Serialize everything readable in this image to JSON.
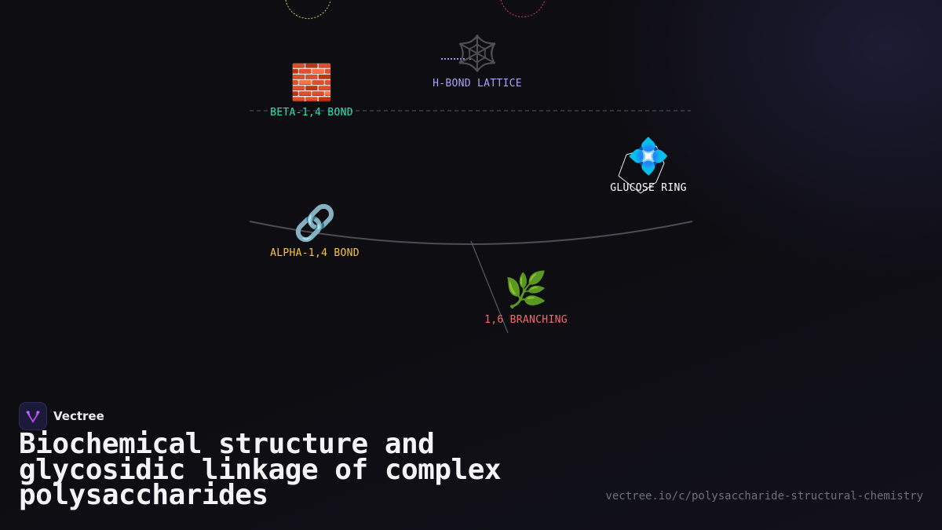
{
  "nodes": {
    "beta_bond": {
      "icon": "🧱",
      "icon_name": "brick-icon",
      "label": "BETA-1,4 BOND",
      "color": "#33e0b4"
    },
    "hbond": {
      "icon": "🕸️",
      "icon_name": "web-icon",
      "label": "H-BOND LATTICE",
      "color": "#a9a3f5"
    },
    "glucose": {
      "icon": "💠",
      "icon_name": "diamond-icon",
      "label": "GLUCOSE RING",
      "color": "#ffffff"
    },
    "alpha_bond": {
      "icon": "🔗",
      "icon_name": "link-icon",
      "label": "ALPHA-1,4 BOND",
      "color": "#f5c542"
    },
    "branching": {
      "icon": "🌿",
      "icon_name": "herb-icon",
      "label": "1,6 BRANCHING",
      "color": "#f06b6b"
    }
  },
  "brand": {
    "name": "Vectree",
    "logo_icon": "vectree-logo-icon"
  },
  "title": "Biochemical structure and glycosidic linkage of complex polysaccharides",
  "url": "vectree.io/c/polysaccharide-structural-chemistry"
}
